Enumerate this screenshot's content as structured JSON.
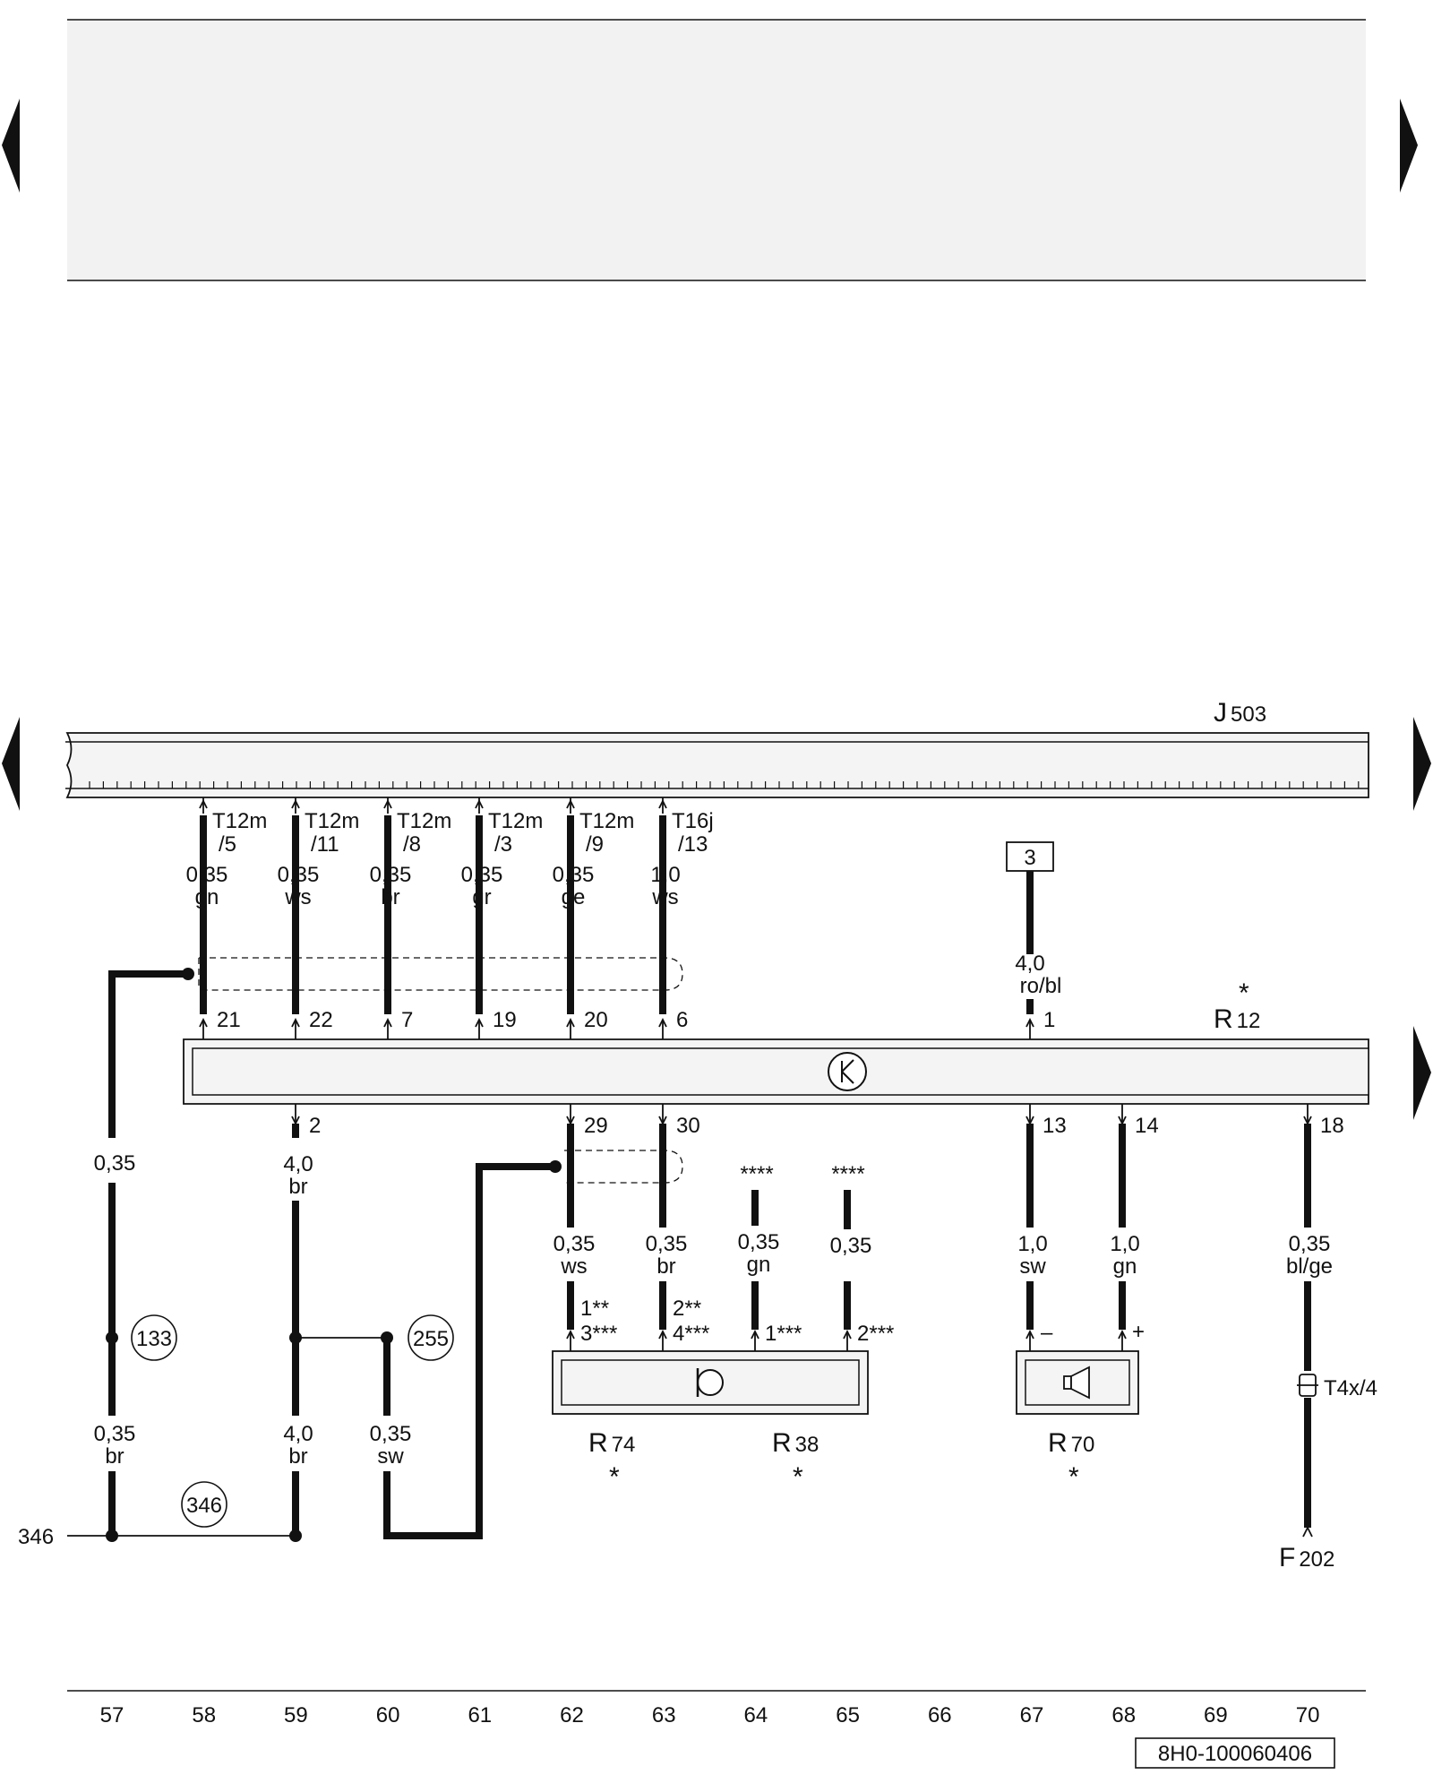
{
  "document_code": "8H0-100060406",
  "components": {
    "j503": {
      "letter": "J",
      "sub": "503"
    },
    "r12": {
      "letter": "R",
      "sub": "12",
      "star": "*"
    },
    "r74": {
      "letter": "R",
      "sub": "74",
      "star": "*"
    },
    "r38": {
      "letter": "R",
      "sub": "38",
      "star": "*"
    },
    "r70": {
      "letter": "R",
      "sub": "70",
      "star": "*"
    },
    "f202": {
      "letter": "F",
      "sub": "202"
    },
    "t4x": {
      "label": "T4x/4"
    }
  },
  "top_connectors": [
    {
      "conn": "T12m",
      "pin": "/5",
      "size": "0,35",
      "color": "gn",
      "r12_pin": "21"
    },
    {
      "conn": "T12m",
      "pin": "/11",
      "size": "0,35",
      "color": "ws",
      "r12_pin": "22"
    },
    {
      "conn": "T12m",
      "pin": "/8",
      "size": "0,35",
      "color": "br",
      "r12_pin": "7"
    },
    {
      "conn": "T12m",
      "pin": "/3",
      "size": "0,35",
      "color": "gr",
      "r12_pin": "19"
    },
    {
      "conn": "T12m",
      "pin": "/9",
      "size": "0,35",
      "color": "ge",
      "r12_pin": "20"
    },
    {
      "conn": "T16j",
      "pin": "/13",
      "size": "1,0",
      "color": "ws",
      "r12_pin": "6"
    }
  ],
  "ref_box": "3",
  "power_wire": {
    "size": "4,0",
    "color": "ro/bl",
    "r12_pin": "1"
  },
  "r12_bottom_pins": {
    "p2": "2",
    "p29": "29",
    "p30": "30",
    "p13": "13",
    "p14": "14",
    "p18": "18"
  },
  "wires": {
    "left_035": "0,35",
    "mid_40": "4,0",
    "mid_br": "br",
    "bottom_left_size": "0,35",
    "bottom_left_color": "br",
    "bottom_mid_size": "4,0",
    "bottom_mid_color": "br",
    "bottom_sw_size": "0,35",
    "bottom_sw_color": "sw",
    "w29_size": "0,35",
    "w29_color": "ws",
    "w30_size": "0,35",
    "w30_color": "br",
    "w64_size": "0,35",
    "w64_color": "gn",
    "w65_size": "0,35",
    "w13_size": "1,0",
    "w13_color": "sw",
    "w14_size": "1,0",
    "w14_color": "gn",
    "w18_size": "0,35",
    "w18_color": "bl/ge"
  },
  "stars4": "****",
  "r74_pins": {
    "a_top": "1**",
    "a_bot": "3***",
    "b_top": "2**",
    "b_bot": "4***",
    "c": "1***",
    "d": "2***"
  },
  "r70_pins": {
    "minus": "–",
    "plus": "+"
  },
  "splices": {
    "s133": "133",
    "s255": "255",
    "s346": "346"
  },
  "ground_ref": "346",
  "columns": [
    "57",
    "58",
    "59",
    "60",
    "61",
    "62",
    "63",
    "64",
    "65",
    "66",
    "67",
    "68",
    "69",
    "70"
  ]
}
